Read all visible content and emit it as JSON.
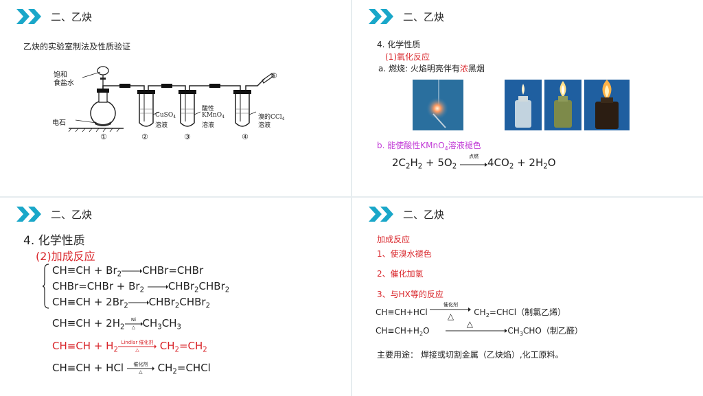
{
  "header_title": "二、乙炔",
  "colors": {
    "accent": "#1aa7c9",
    "red": "#d9262b",
    "magenta": "#c13ad6"
  },
  "slide1": {
    "subtitle": "乙炔的实验室制法及性质验证",
    "diagram": {
      "label_brine_1": "饱和",
      "label_brine_2": "食盐水",
      "label_carbide": "电石",
      "label_cuso4": "CuSO",
      "label_cuso4_sub": "4",
      "label_solution": "溶液",
      "label_acidic": "酸性",
      "label_kmno4": "KMnO",
      "label_kmno4_sub": "4",
      "label_bromine": "溴的CCl",
      "label_bromine_sub": "4",
      "num1": "①",
      "num2": "②",
      "num3": "③",
      "num4": "④",
      "num5": "⑤"
    }
  },
  "slide2": {
    "section": "4. 化学性质",
    "sub": "(1)氧化反应",
    "a_pre": "a. 燃烧: 火焰明亮伴有",
    "a_red": "浓",
    "a_post": "黑烟",
    "b_pre": "b. 能使酸性KMnO",
    "b_sub": "4",
    "b_post": "溶液褪色",
    "eq_cond": "点燃"
  },
  "slide3": {
    "section": "4. 化学性质",
    "sub": "(2)加成反应",
    "cond_ni": "Ni",
    "cond_delta": "△",
    "cond_lindlar": "Lindlar 催化剂",
    "cond_cat": "催化剂"
  },
  "slide4": {
    "l1": "加成反应",
    "l2": "1、使溴水褪色",
    "l3": "2、催化加氢",
    "l4": "3、与HX等的反应",
    "r1_left": "CH≡CH+HCl",
    "r1_cond": "催化剂",
    "r1_delta": "△",
    "r1_right_post": "=CHCl（制氯乙烯）",
    "r2_left_pre": "CH≡CH+H",
    "r2_left_post": "O",
    "r2_delta": "△",
    "r2_right_post": "CHO（制乙醛）",
    "use": "主要用途：  焊接或切割金属（乙炔焰）,化工原料。"
  }
}
